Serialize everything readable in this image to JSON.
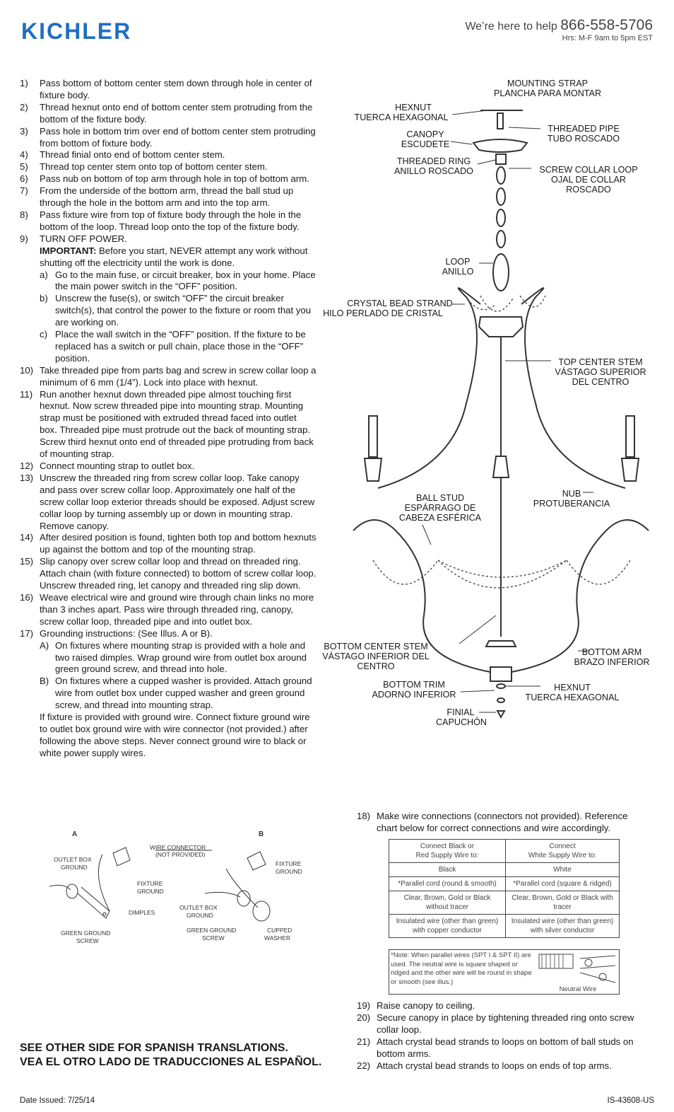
{
  "header": {
    "brand": "KICHLER",
    "help_lead": "We’re here to help",
    "phone": "866-558-5706",
    "hours": "Hrs: M-F 9am to 5pm EST"
  },
  "steps": [
    {
      "num": "1)",
      "text": "Pass bottom of bottom center stem down through hole in center of fixture body."
    },
    {
      "num": "2)",
      "text": "Thread hexnut onto end of bottom center stem protruding from the bottom of the fixture body."
    },
    {
      "num": "3)",
      "text": "Pass hole in bottom trim over end of bottom center stem protruding from bottom of fixture body."
    },
    {
      "num": "4)",
      "text": "Thread finial onto end of bottom center stem."
    },
    {
      "num": "5)",
      "text": "Thread top center stem onto top of bottom center stem."
    },
    {
      "num": "6)",
      "text": "Pass nub on bottom of top arm through hole in top of bottom arm."
    },
    {
      "num": "7)",
      "text": "From the underside of the bottom arm, thread the ball stud up through the hole in the bottom arm and into the top arm."
    },
    {
      "num": "8)",
      "text": "Pass fixture wire from top of fixture body through the hole in the bottom of the loop. Thread loop onto the top of the fixture body."
    },
    {
      "num": "9)",
      "text": "TURN OFF POWER."
    }
  ],
  "step9": {
    "important_label": "IMPORTANT:",
    "important_text": " Before you start, NEVER attempt any work without shutting off the electricity until the work is done.",
    "subs": [
      {
        "num": "a)",
        "text": "Go to the main fuse, or circuit breaker, box in your home. Place the main power switch in the “OFF” position."
      },
      {
        "num": "b)",
        "text": "Unscrew the fuse(s), or switch “OFF” the circuit breaker switch(s), that control the power to the fixture or room that you are working on."
      },
      {
        "num": "c)",
        "text": "Place the wall switch in the “OFF” position. If the fixture to be replaced has a switch or pull chain, place those in the “OFF” position."
      }
    ]
  },
  "steps_b": [
    {
      "num": "10)",
      "text": "Take threaded pipe from parts bag and screw in screw collar loop a minimum of 6 mm (1/4”). Lock into place with hexnut."
    },
    {
      "num": "11)",
      "text": "Run another hexnut down threaded pipe almost touching first hexnut. Now screw threaded pipe into mounting strap. Mounting strap must be positioned with extruded thread faced into outlet box. Threaded pipe must protrude out the back of mounting strap. Screw third hexnut onto end of threaded pipe protruding from back of mounting strap."
    },
    {
      "num": "12)",
      "text": "Connect mounting strap to outlet box."
    },
    {
      "num": "13)",
      "text": "Unscrew the threaded ring from screw collar loop. Take canopy and pass over screw collar loop. Approximately one half of the screw collar loop exterior threads should be exposed. Adjust screw collar loop by turning assembly up or down in mounting strap. Remove canopy."
    },
    {
      "num": "14)",
      "text": "After desired position is found, tighten both top and bottom hexnuts up against the bottom and top of the mounting strap."
    },
    {
      "num": "15)",
      "text": "Slip canopy over screw collar loop and thread on threaded ring. Attach chain (with fixture connected) to bottom of screw collar loop. Unscrew threaded ring, let canopy and threaded ring slip down."
    },
    {
      "num": "16)",
      "text": "Weave electrical wire and ground wire through chain links no more than 3 inches apart. Pass wire through threaded ring, canopy, screw collar loop, threaded pipe and into outlet box."
    },
    {
      "num": "17)",
      "text": "Grounding instructions: (See Illus. A or B)."
    }
  ],
  "step17": {
    "subs": [
      {
        "num": "A)",
        "text": "On fixtures where mounting strap is provided with a hole and two raised dimples. Wrap ground wire from outlet box around green ground screw, and thread into hole."
      },
      {
        "num": "B)",
        "text": "On fixtures where a cupped washer is provided. Attach ground wire from outlet box under cupped washer and green ground screw, and thread into mounting strap."
      }
    ],
    "note": "If fixture is provided with ground wire. Connect fixture ground wire to outlet box ground wire with wire connector (not provided.) after following the above steps. Never connect ground wire to black or white power supply wires."
  },
  "ground_illus": {
    "a_letter": "A",
    "b_letter": "B",
    "wire_connector_1": "WIRE CONNECTOR",
    "wire_connector_2": "(NOT PROVIDED)",
    "a_outlet_1": "OUTLET BOX",
    "a_outlet_2": "GROUND",
    "a_fixture_1": "FIXTURE",
    "a_fixture_2": "GROUND",
    "a_dimples": "DIMPLES",
    "a_screw_1": "GREEN GROUND",
    "a_screw_2": "SCREW",
    "b_fixture_1": "FIXTURE",
    "b_fixture_2": "GROUND",
    "b_outlet_1": "OUTLET BOX",
    "b_outlet_2": "GROUND",
    "b_screw_1": "GREEN GROUND",
    "b_screw_2": "SCREW",
    "b_washer_1": "CUPPED",
    "b_washer_2": "WASHER"
  },
  "diagram": {
    "mounting_strap": "MOUNTING STRAP",
    "plancha": "PLANCHA PARA MONTAR",
    "hexnut": "HEXNUT",
    "tuerca": "TUERCA HEXAGONAL",
    "canopy": "CANOPY",
    "escudete": "ESCUDETE",
    "threaded_pipe": "THREADED PIPE",
    "tubo": "TUBO ROSCADO",
    "threaded_ring": "THREADED RING",
    "anillo_roscado": "ANILLO ROSCADO",
    "screw_collar": "SCREW COLLAR LOOP",
    "ojal": "OJAL DE COLLAR",
    "roscado": "ROSCADO",
    "loop": "LOOP",
    "anillo": "ANILLO",
    "crystal": "CRYSTAL BEAD STRAND",
    "hilo": "HILO PERLADO DE CRISTAL",
    "top_stem": "TOP CENTER STEM",
    "vastago_sup": "VÁSTAGO SUPERIOR",
    "del_centro": "DEL CENTRO",
    "ball_stud": "BALL STUD",
    "esparrago": "ESPÁRRAGO DE",
    "cabeza": "CABEZA ESFÉRICA",
    "nub": "NUB",
    "protuberancia": "PROTUBERANCIA",
    "bottom_stem": "BOTTOM CENTER STEM",
    "vastago_inf": "VÁSTAGO INFERIOR DEL",
    "centro": "CENTRO",
    "bottom_arm": "BOTTOM ARM",
    "brazo": "BRAZO INFERIOR",
    "bottom_trim": "BOTTOM TRIM",
    "adorno": "ADORNO INFERIOR",
    "hexnut2": "HEXNUT",
    "tuerca2": "TUERCA HEXAGONAL",
    "finial": "FINIAL",
    "capuchon": "CAPUCHÓN"
  },
  "step18": {
    "num": "18)",
    "text": "Make wire connections (connectors not provided). Reference chart below for correct connections and wire accordingly."
  },
  "wire_table": {
    "head_left_1": "Connect Black or",
    "head_left_2": "Red Supply Wire to:",
    "head_right_1": "Connect",
    "head_right_2": "White Supply Wire to:",
    "rows": [
      {
        "left": "Black",
        "right": "White"
      },
      {
        "left": "*Parallel cord (round & smooth)",
        "right": "*Parallel cord (square & ridged)"
      },
      {
        "left": "Clear, Brown, Gold or Black without tracer",
        "right": "Clear, Brown, Gold or Black with tracer"
      },
      {
        "left": "Insulated wire (other than green) with copper conductor",
        "right": "Insulated wire (other than green) with silver conductor"
      }
    ],
    "note": "*Note: When parallel wires (SPT I & SPT II) are used. The neutral wire is square shaped or ridged and the other wire will be round in shape or smooth (see illus.)",
    "neutral": "Neutral Wire"
  },
  "steps_c": [
    {
      "num": "19)",
      "text": "Raise canopy to ceiling."
    },
    {
      "num": "20)",
      "text": "Secure canopy in place by tightening threaded ring onto screw collar loop."
    },
    {
      "num": "21)",
      "text": "Attach crystal bead strands to loops on bottom of ball studs on bottom arms."
    },
    {
      "num": "22)",
      "text": "Attach crystal bead strands to loops on ends of top arms."
    }
  ],
  "footer": {
    "see_en": "SEE OTHER SIDE FOR SPANISH TRANSLATIONS.",
    "see_es": "VEA EL OTRO LADO DE TRADUCCIONES AL ESPAÑOL.",
    "date": "Date Issued: 7/25/14",
    "code": "IS-43608-US"
  },
  "colors": {
    "brand": "#1f6fc1",
    "line": "#333333"
  }
}
